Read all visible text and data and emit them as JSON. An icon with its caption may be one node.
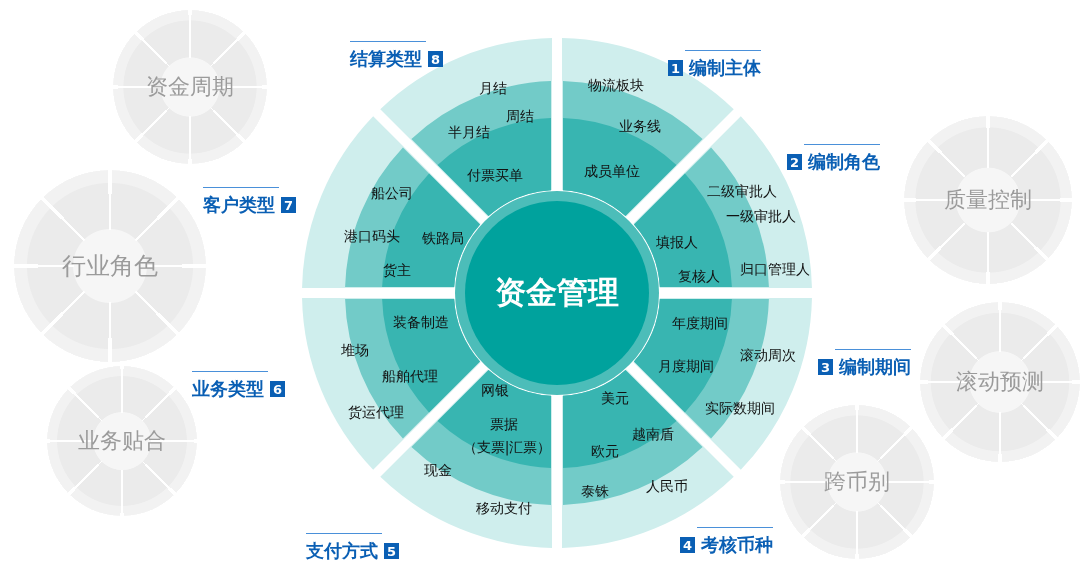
{
  "diagram": {
    "nodes": [
      {
        "text": [
          "资金管理"
        ]
      },
      {
        "text": [
          "1",
          "编制主体",
          "物流板块",
          "业务线",
          "成员单位"
        ]
      },
      {
        "text": [
          "2",
          "编制角色",
          "二级审批人",
          "一级审批人",
          "填报人",
          "复核人",
          "归口管理人"
        ]
      },
      {
        "text": [
          "3",
          "编制期间",
          "年度期间",
          "月度期间",
          "滚动周次",
          "实际数期间"
        ]
      },
      {
        "text": [
          "4",
          "考核币种",
          "美元",
          "越南盾",
          "欧元",
          "泰铢",
          "人民币"
        ]
      },
      {
        "text": [
          "5",
          "支付方式",
          "网银",
          "票据",
          "（支票|汇票）",
          "现金",
          "移动支付"
        ]
      },
      {
        "text": [
          "6",
          "业务类型",
          "装备制造",
          "堆场",
          "船舶代理",
          "货运代理"
        ]
      },
      {
        "text": [
          "7",
          "客户类型",
          "船公司",
          "港口码头",
          "铁路局",
          "货主"
        ]
      },
      {
        "text": [
          "8",
          "结算类型",
          "月结",
          "周结",
          "半月结",
          "付票买单"
        ]
      },
      {
        "text": [
          "资金周期"
        ]
      },
      {
        "text": [
          "行业角色"
        ]
      },
      {
        "text": [
          "业务贴合"
        ]
      },
      {
        "text": [
          "质量控制"
        ]
      },
      {
        "text": [
          "滚动预测"
        ]
      },
      {
        "text": [
          "跨币别"
        ]
      }
    ]
  }
}
